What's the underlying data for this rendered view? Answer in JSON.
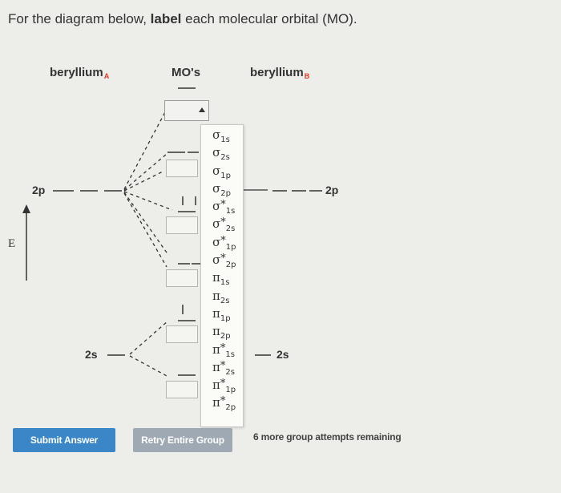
{
  "question": {
    "prefix": "For the diagram below, ",
    "bold": "label",
    "suffix": " each molecular orbital (MO)."
  },
  "headers": {
    "atom_a": "beryllium",
    "atom_a_sub": "A",
    "mo": "MO's",
    "atom_b": "beryllium",
    "atom_b_sub": "B"
  },
  "axis_label": "E",
  "levels": {
    "a_2p": "2p",
    "a_2s": "2s",
    "b_2p": "2p",
    "b_2s": "2s"
  },
  "dropdown": {
    "selected": "",
    "options": [
      {
        "sym": "σ",
        "star": "",
        "sub": "1s"
      },
      {
        "sym": "σ",
        "star": "",
        "sub": "2s"
      },
      {
        "sym": "σ",
        "star": "",
        "sub": "1p"
      },
      {
        "sym": "σ",
        "star": "",
        "sub": "2p"
      },
      {
        "sym": "σ",
        "star": "*",
        "sub": "1s"
      },
      {
        "sym": "σ",
        "star": "*",
        "sub": "2s"
      },
      {
        "sym": "σ",
        "star": "*",
        "sub": "1p"
      },
      {
        "sym": "σ",
        "star": "*",
        "sub": "2p"
      },
      {
        "sym": "π",
        "star": "",
        "sub": "1s"
      },
      {
        "sym": "π",
        "star": "",
        "sub": "2s"
      },
      {
        "sym": "π",
        "star": "",
        "sub": "1p"
      },
      {
        "sym": "π",
        "star": "",
        "sub": "2p"
      },
      {
        "sym": "π",
        "star": "*",
        "sub": "1s"
      },
      {
        "sym": "π",
        "star": "*",
        "sub": "2s"
      },
      {
        "sym": "π",
        "star": "*",
        "sub": "1p"
      },
      {
        "sym": "π",
        "star": "*",
        "sub": "2p"
      }
    ]
  },
  "buttons": {
    "submit": "Submit Answer",
    "retry": "Retry Entire Group"
  },
  "remaining_text": "6 more group attempts remaining",
  "colors": {
    "subscript_accent": "#e03b2a",
    "submit_bg": "#3b86c6",
    "retry_bg": "#9ea9b3"
  }
}
